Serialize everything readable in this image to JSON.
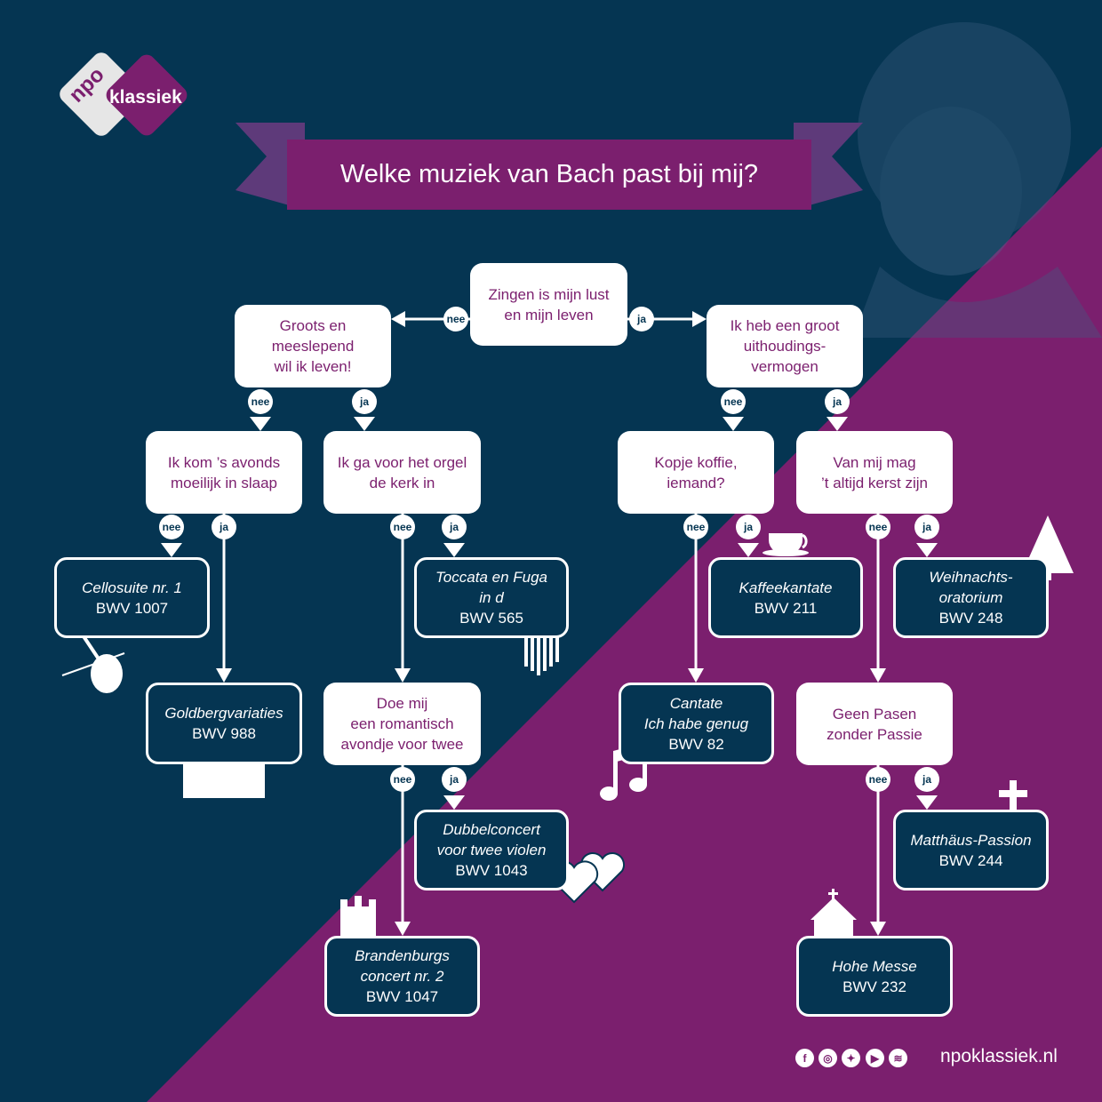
{
  "brand": {
    "logo_npo": "npo",
    "logo_name": "klassiek",
    "url": "npoklassiek.nl"
  },
  "title": "Welke muziek van Bach past bij mij?",
  "labels": {
    "no": "nee",
    "yes": "ja"
  },
  "questions": {
    "q1": "Zingen is mijn lust\nen mijn leven",
    "q2": "Groots en\nmeeslepend\nwil ik leven!",
    "q3": "Ik heb een groot\nuithoudings-\nvermogen",
    "q4": "Ik kom ’s avonds\nmoeilijk in slaap",
    "q5": "Ik ga voor het orgel\nde kerk in",
    "q6": "Kopje koffie,\niemand?",
    "q7": "Van mij mag\n’t altijd kerst zijn",
    "q8": "Doe mij\neen romantisch\navondje voor twee",
    "q9": "Geen Pasen\nzonder Passie"
  },
  "answers": {
    "cello": {
      "title": "Cellosuite nr. 1",
      "bwv": "BWV 1007"
    },
    "toccata": {
      "title": "Toccata en Fuga\nin d",
      "bwv": "BWV 565"
    },
    "kaffee": {
      "title": "Kaffeekantate",
      "bwv": "BWV 211"
    },
    "weihnacht": {
      "title": "Weihnachts-\noratorium",
      "bwv": "BWV 248"
    },
    "goldberg": {
      "title": "Goldbergvariaties",
      "bwv": "BWV 988"
    },
    "cantate": {
      "title": "Cantate\nIch habe genug",
      "bwv": "BWV 82"
    },
    "dubbel": {
      "title": "Dubbelconcert\nvoor twee violen",
      "bwv": "BWV 1043"
    },
    "matthaus": {
      "title": "Matthäus-Passion",
      "bwv": "BWV 244"
    },
    "brandenburg": {
      "title": "Brandenburgs\nconcert nr. 2",
      "bwv": "BWV 1047"
    },
    "messe": {
      "title": "Hohe Messe",
      "bwv": "BWV 232"
    }
  },
  "social": [
    "facebook-icon",
    "instagram-icon",
    "twitter-icon",
    "youtube-icon",
    "spotify-icon"
  ],
  "colors": {
    "navy": "#053552",
    "purple": "#7b1f6e",
    "white": "#ffffff"
  }
}
